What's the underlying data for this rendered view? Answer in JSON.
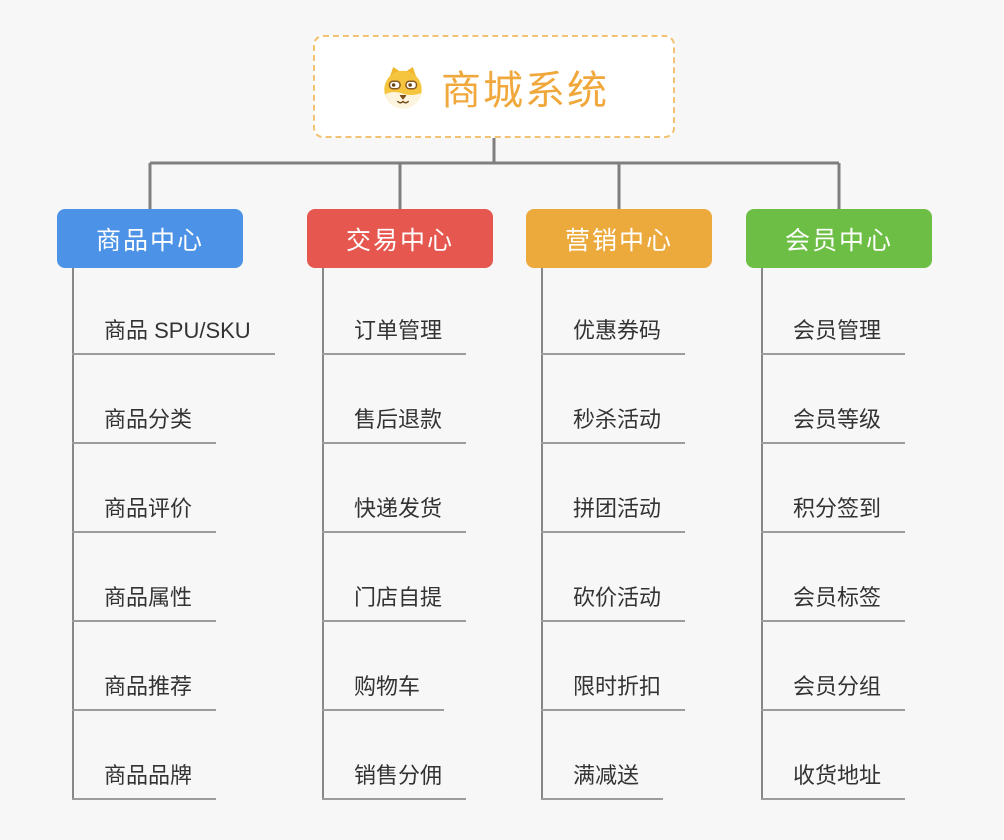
{
  "canvas": {
    "background": "#f7f7f7",
    "connector_color": "#7f7f7f"
  },
  "root": {
    "title": "商城系统",
    "title_color": "#f0a83c",
    "border_color": "#f2c272",
    "icon": "shiba-dog-icon"
  },
  "branches": [
    {
      "label": "商品中心",
      "color": "#4c92e6",
      "children": [
        "商品 SPU/SKU",
        "商品分类",
        "商品评价",
        "商品属性",
        "商品推荐",
        "商品品牌"
      ]
    },
    {
      "label": "交易中心",
      "color": "#e5574f",
      "children": [
        "订单管理",
        "售后退款",
        "快递发货",
        "门店自提",
        "购物车",
        "销售分佣"
      ]
    },
    {
      "label": "营销中心",
      "color": "#eca93c",
      "children": [
        "优惠券码",
        "秒杀活动",
        "拼团活动",
        "砍价活动",
        "限时折扣",
        "满减送"
      ]
    },
    {
      "label": "会员中心",
      "color": "#6cbe44",
      "children": [
        "会员管理",
        "会员等级",
        "积分签到",
        "会员标签",
        "会员分组",
        "收货地址"
      ]
    }
  ]
}
